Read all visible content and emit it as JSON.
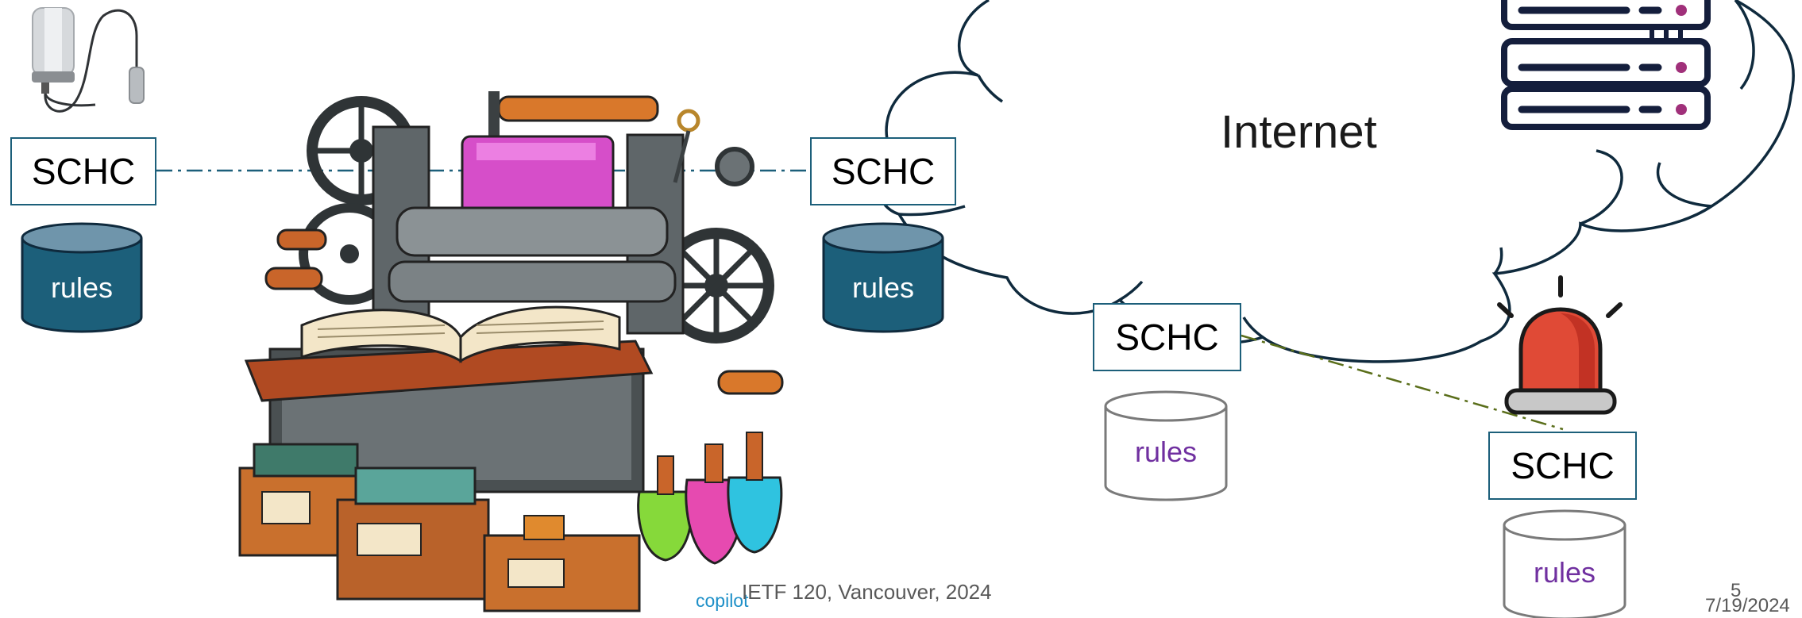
{
  "cloud": {
    "label": "Internet"
  },
  "schc_label": "SCHC",
  "rules_label": "rules",
  "nodes": [
    {
      "id": "device",
      "schc": "SCHC",
      "rules": "rules"
    },
    {
      "id": "gateway",
      "schc": "SCHC",
      "rules": "rules"
    },
    {
      "id": "network-edge",
      "schc": "SCHC",
      "rules": "rules"
    },
    {
      "id": "alarm-endpoint",
      "schc": "SCHC",
      "rules": "rules"
    }
  ],
  "image_credit": "copilot",
  "footer": {
    "event": "IETF 120, Vancouver, 2024",
    "page_number": "5",
    "date": "7/19/2024"
  },
  "icons": [
    "sensor-device-icon",
    "printing-press-illustration",
    "server-rack-icon",
    "alarm-siren-icon"
  ],
  "colors": {
    "accent": "#1c5f7a",
    "dark_cylinder": "#1c5f7a",
    "light_cylinder_text": "#7030a0",
    "cloud_outline": "#0f2a3d",
    "server": "#141e3c",
    "server_dot": "#a0307a",
    "siren": "#e04a36",
    "link_blue": "#1c5f7a",
    "link_green": "#5a6e1a",
    "credit": "#1e90c8"
  }
}
